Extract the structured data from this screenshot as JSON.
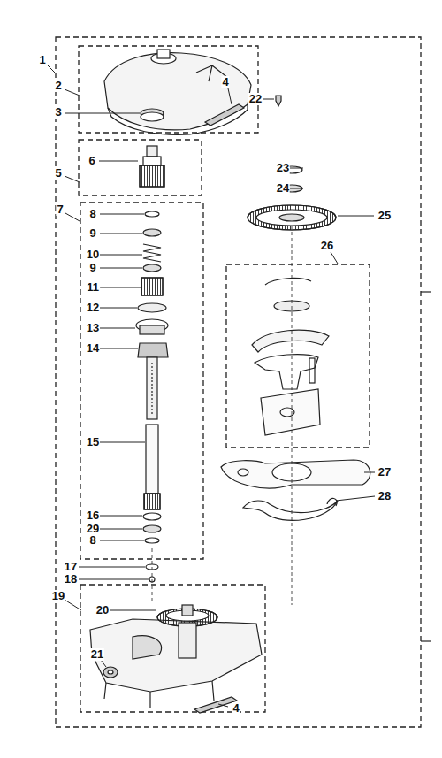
{
  "diagram": {
    "labels": [
      "1",
      "2",
      "3",
      "4",
      "22",
      "5",
      "6",
      "23",
      "24",
      "25",
      "26",
      "7",
      "8",
      "9",
      "10",
      "9",
      "11",
      "12",
      "13",
      "14",
      "15",
      "16",
      "29",
      "8",
      "17",
      "18",
      "19",
      "20",
      "21",
      "4",
      "27",
      "28"
    ]
  }
}
